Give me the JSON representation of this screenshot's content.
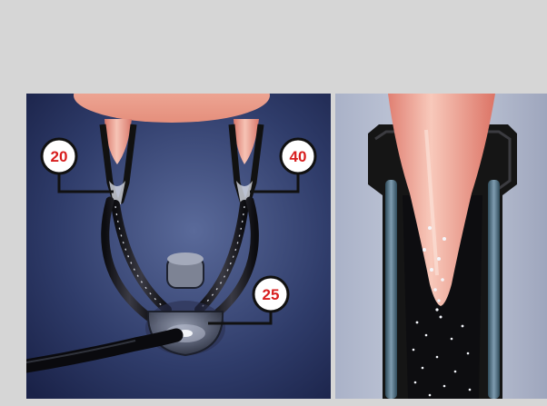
{
  "callouts": [
    {
      "label": "20"
    },
    {
      "label": "40"
    },
    {
      "label": "25"
    }
  ]
}
